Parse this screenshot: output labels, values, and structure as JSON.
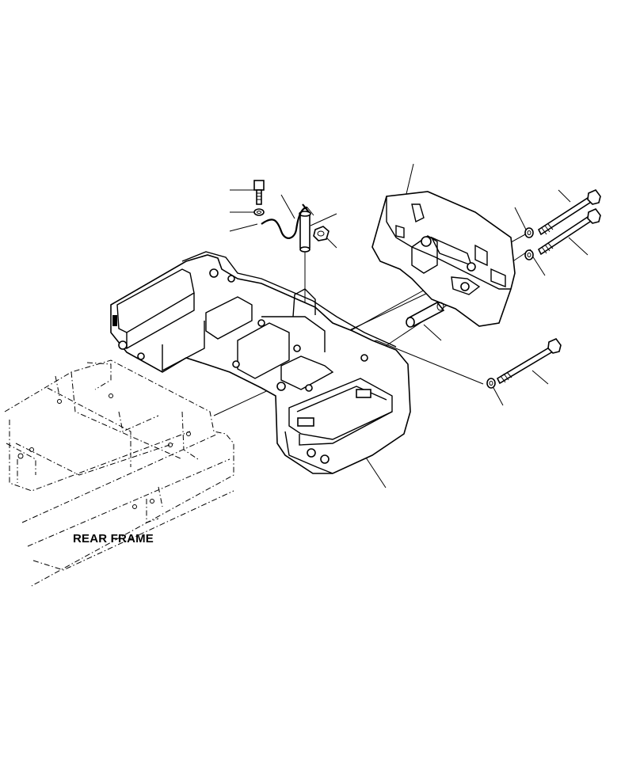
{
  "diagram": {
    "labels": {
      "rear_frame": "REAR FRAME"
    },
    "parts": [
      "rear-frame",
      "counterweight-main",
      "counterweight-top-block",
      "upper-bolt",
      "lower-bolt",
      "long-bolt",
      "washer",
      "spacer-tube",
      "pin",
      "bracket-bolt",
      "small-washer",
      "wire-harness",
      "cap-nut"
    ]
  }
}
